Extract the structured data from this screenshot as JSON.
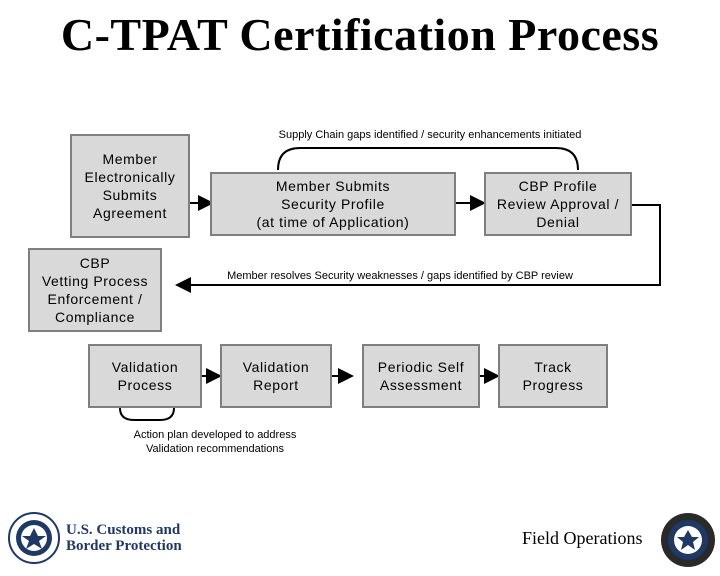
{
  "title": "C-TPAT Certification Process",
  "boxes": {
    "member_submits_agreement": "Member\nElectronically\nSubmits\nAgreement",
    "cbp_vetting": "CBP\nVetting Process\nEnforcement /\nCompliance",
    "member_submits_profile": "Member Submits\nSecurity Profile\n(at time of Application)",
    "cbp_profile_review": "CBP Profile\nReview Approval /\nDenial",
    "validation_process": "Validation\nProcess",
    "validation_report": "Validation\nReport",
    "periodic_self_assessment": "Periodic Self\nAssessment",
    "track_progress": "Track\nProgress"
  },
  "labels": {
    "supply_chain_gaps": "Supply Chain gaps identified / security enhancements initiated",
    "member_resolves": "Member resolves Security weaknesses / gaps identified by CBP review",
    "action_plan": "Action plan developed to address\nValidation recommendations"
  },
  "footer": {
    "agency_name": "U.S. Customs and\nBorder Protection",
    "field_operations": "Field Operations"
  },
  "colors": {
    "box_fill": "#d9d9d9",
    "box_border": "#7f7f7f",
    "agency_blue": "#1f3864"
  }
}
